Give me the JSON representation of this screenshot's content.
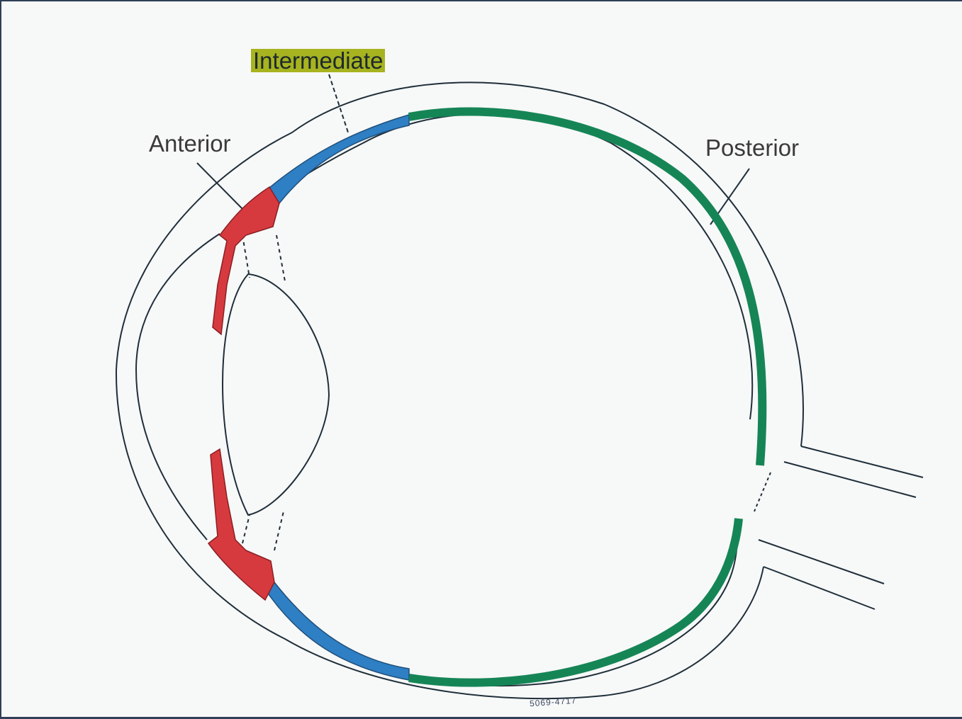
{
  "labels": {
    "anterior": "Anterior",
    "intermediate": "Intermediate",
    "posterior": "Posterior",
    "figure_code": "5069-4717"
  },
  "colors": {
    "anterior_region": "#d63a3f",
    "intermediate_region": "#2e7fc4",
    "posterior_region": "#168556",
    "intermediate_highlight": "#a7b31f",
    "outline": "#1f2f3a"
  }
}
